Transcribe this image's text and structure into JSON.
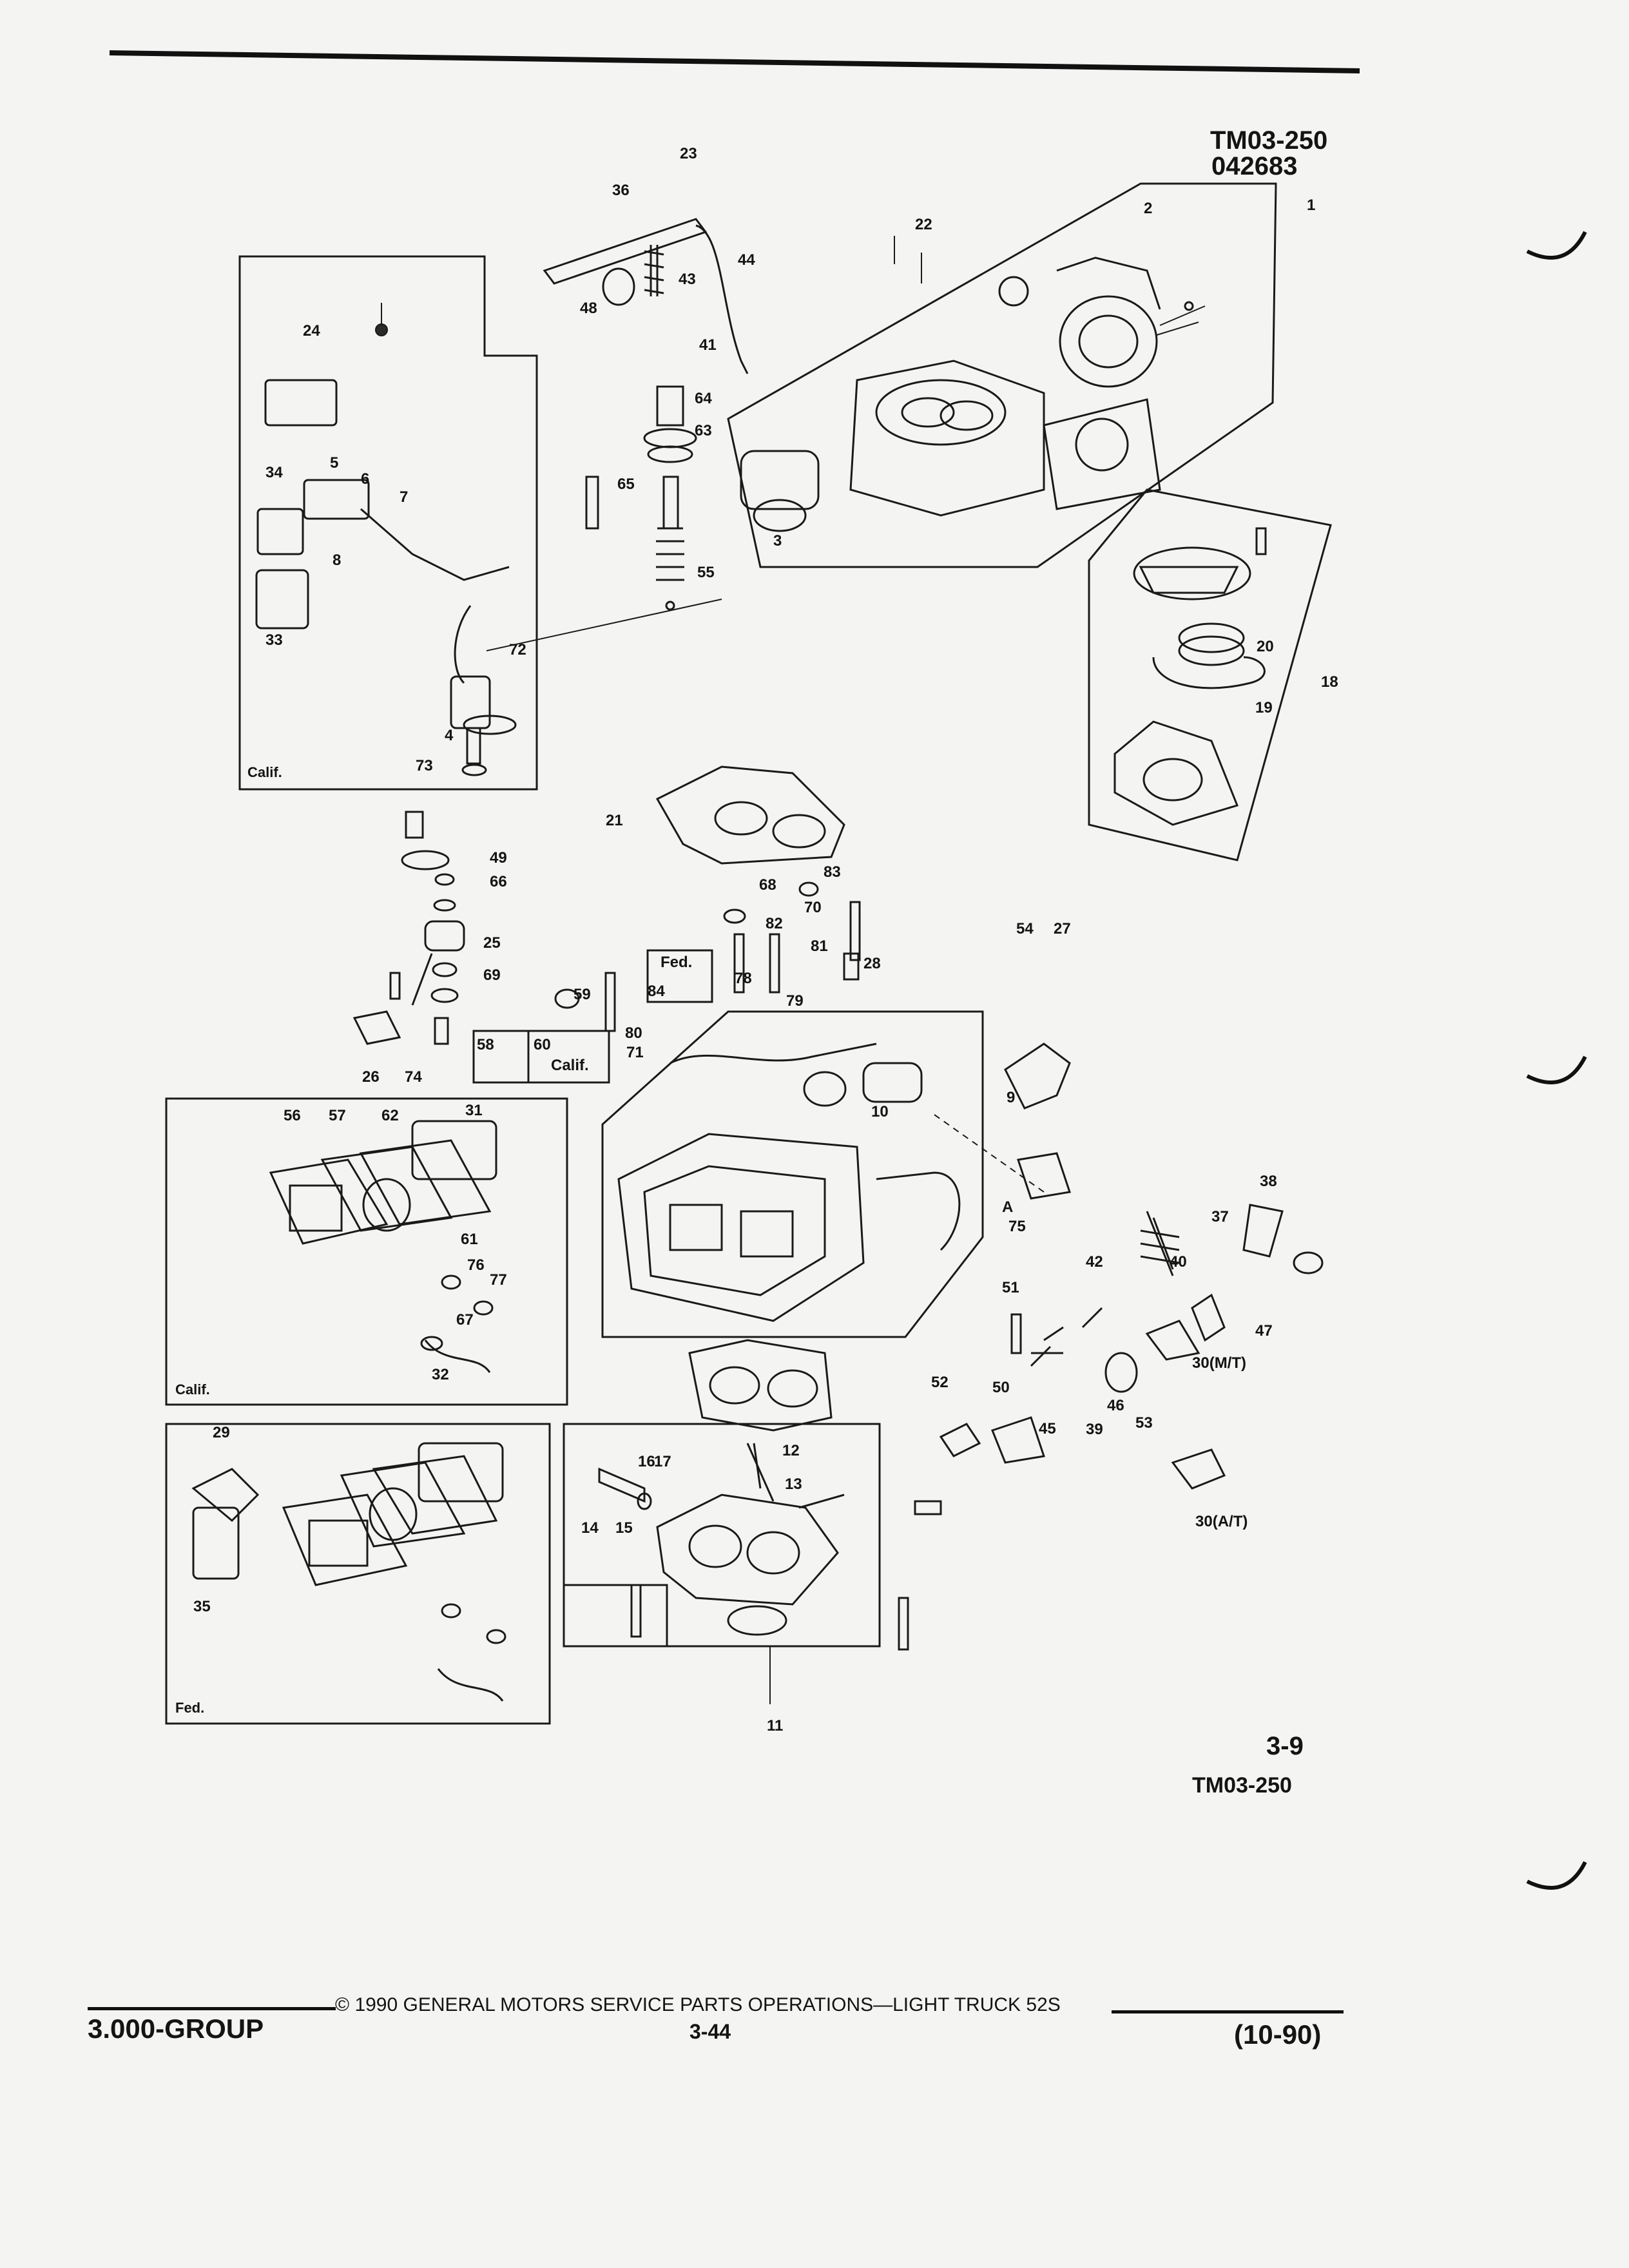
{
  "header": {
    "code": "TM03-250",
    "number": "042683"
  },
  "figure": {
    "number": "3-9",
    "code": "TM03-250"
  },
  "footer": {
    "group": "3.000-GROUP",
    "copyright": "© 1990 GENERAL MOTORS SERVICE PARTS OPERATIONS—LIGHT TRUCK 52S",
    "page": "3-44",
    "date": "(10-90)"
  },
  "inset_labels": {
    "top_left": "Calif.",
    "mid_calif": "Calif.",
    "mid_fed": "Fed."
  },
  "callouts": [
    "1",
    "2",
    "3",
    "4",
    "5",
    "6",
    "7",
    "8",
    "9",
    "10",
    "11",
    "12",
    "13",
    "14",
    "15",
    "16",
    "17",
    "18",
    "19",
    "20",
    "21",
    "22",
    "23",
    "24",
    "25",
    "26",
    "27",
    "28",
    "29",
    "30(M/T)",
    "30(A/T)",
    "31",
    "32",
    "33",
    "34",
    "35",
    "36",
    "37",
    "38",
    "39",
    "40",
    "41",
    "42",
    "43",
    "44",
    "45",
    "46",
    "47",
    "48",
    "49",
    "50",
    "51",
    "52",
    "53",
    "54",
    "55",
    "56",
    "57",
    "58",
    "59",
    "60",
    "61",
    "62",
    "63",
    "64",
    "65",
    "66",
    "67",
    "68",
    "69",
    "70",
    "71",
    "72",
    "73",
    "74",
    "75",
    "76",
    "77",
    "78",
    "79",
    "80",
    "81",
    "82",
    "83",
    "84",
    "A",
    "Fed.",
    "Calif."
  ]
}
